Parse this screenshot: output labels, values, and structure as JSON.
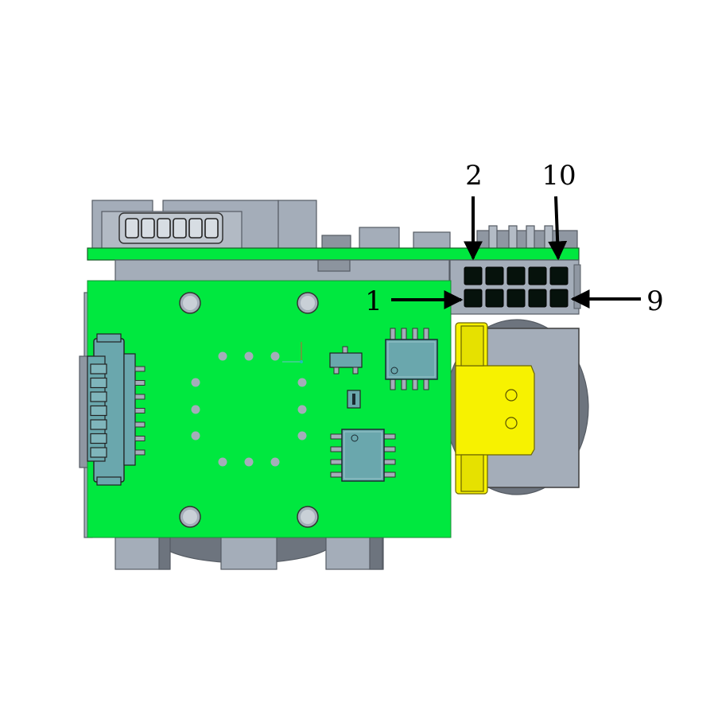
{
  "pin_labels": {
    "pin_2": "2",
    "pin_10": "10",
    "pin_1": "1",
    "pin_9": "9"
  },
  "colors": {
    "pcb_green": "#00e83f",
    "housing_gray": "#a4adb9",
    "housing_dark": "#6d747e",
    "chip_teal": "#6aa7ad",
    "yellow_part": "#f7f200",
    "pin_black": "#06120c",
    "arrow": "#000000"
  },
  "connector": {
    "rows": 2,
    "columns": 5
  }
}
